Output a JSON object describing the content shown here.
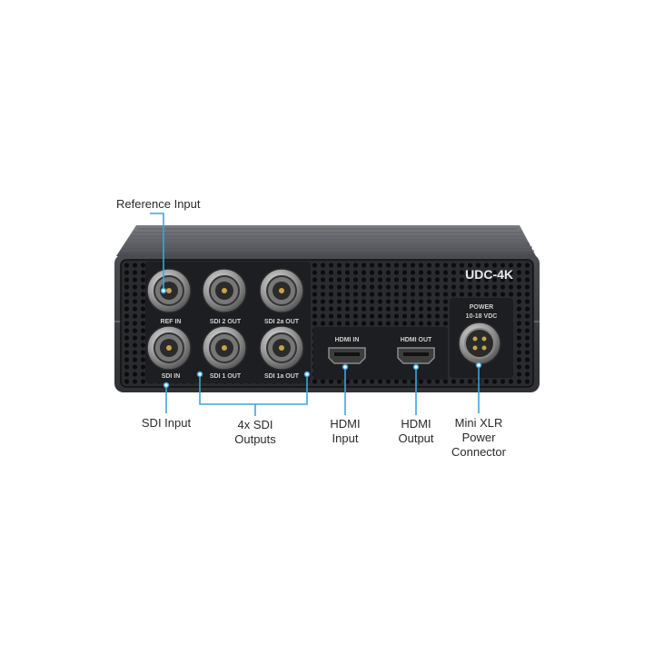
{
  "device": {
    "model": "UDC-4K",
    "power_label_line1": "POWER",
    "power_label_line2": "10-18 VDC",
    "accent_color": "#3aa6d8",
    "body_color": "#3d3f44",
    "panel_color": "#1e1f22",
    "connectors": [
      {
        "id": "ref-in",
        "label": "REF IN"
      },
      {
        "id": "sdi-2-out",
        "label": "SDI 2 OUT"
      },
      {
        "id": "sdi-2a-out",
        "label": "SDI 2a OUT"
      },
      {
        "id": "sdi-in",
        "label": "SDI IN"
      },
      {
        "id": "sdi-1-out",
        "label": "SDI 1 OUT"
      },
      {
        "id": "sdi-1a-out",
        "label": "SDI 1a OUT"
      },
      {
        "id": "hdmi-in",
        "label": "HDMI IN"
      },
      {
        "id": "hdmi-out",
        "label": "HDMI OUT"
      }
    ]
  },
  "callouts": {
    "reference_input": "Reference Input",
    "sdi_input": "SDI Input",
    "sdi_outputs_1": "4x SDI",
    "sdi_outputs_2": "Outputs",
    "hdmi_input_1": "HDMI",
    "hdmi_input_2": "Input",
    "hdmi_output_1": "HDMI",
    "hdmi_output_2": "Output",
    "power_1": "Mini XLR",
    "power_2": "Power",
    "power_3": "Connector"
  }
}
